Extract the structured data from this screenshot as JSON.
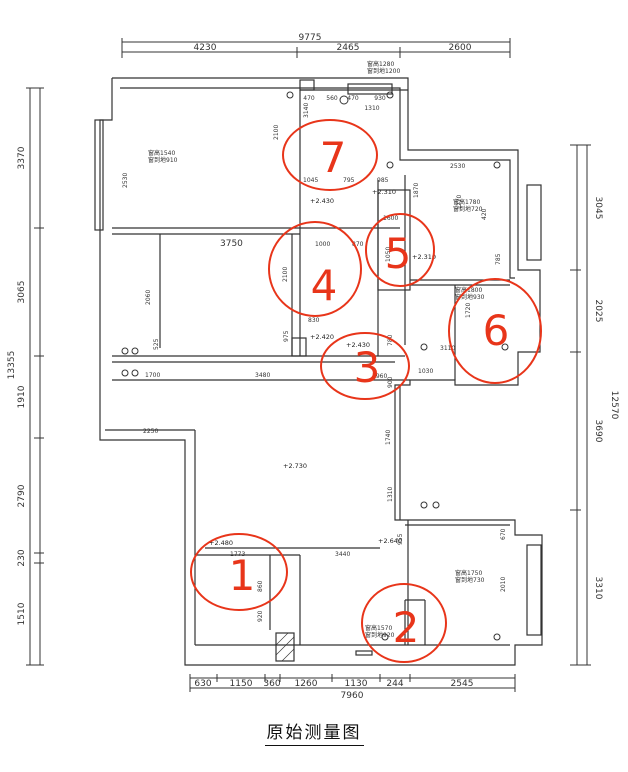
{
  "title": "原始测量图",
  "colors": {
    "wall": "#333333",
    "annotation": "#e8351a",
    "dim": "#444444"
  },
  "dimensions": {
    "top_total": "9775",
    "top_segments": [
      "4230",
      "2465",
      "2600"
    ],
    "top_inner": [
      "470",
      "560",
      "470",
      "930",
      "1310"
    ],
    "bottom_total": "7960",
    "bottom_segments": [
      "630",
      "1150",
      "360",
      "1260",
      "1130",
      "244",
      "2545"
    ],
    "left_total": "13355",
    "left_segments": [
      "3370",
      "3065",
      "1910",
      "2790",
      "230",
      "1510"
    ],
    "right_segments": [
      "3045",
      "2025",
      "3690",
      "3310"
    ],
    "right_total": "12570",
    "interior": {
      "room7": [
        "3140",
        "2100",
        "1045",
        "795",
        "985",
        "2530"
      ],
      "room4": [
        "3750",
        "1000",
        "870",
        "2100",
        "2060",
        "975",
        "525",
        "830"
      ],
      "room5": [
        "1600",
        "1050",
        "1870",
        "1270",
        "420",
        "785",
        "2530"
      ],
      "room3": [
        "780",
        "1960",
        "1030",
        "900",
        "1700",
        "3480"
      ],
      "room6": [
        "3110",
        "1720"
      ],
      "hall": [
        "2250",
        "1740",
        "1310"
      ],
      "room1": [
        "1773",
        "3440",
        "860",
        "920",
        "955"
      ],
      "room2": [
        "670",
        "2010"
      ]
    }
  },
  "elevations": [
    "+2.430",
    "+2.310",
    "+2.310",
    "+2.420",
    "+2.430",
    "+2.730",
    "+2.480",
    "+2.640"
  ],
  "notes": {
    "window_top": [
      "窗高1280",
      "窗到地1200"
    ],
    "window_room7": [
      "窗高1540",
      "窗到地910"
    ],
    "window_room5": [
      "窗高1780",
      "窗到地720"
    ],
    "window_room6": [
      "窗高1800",
      "窗到地930"
    ],
    "window_room2_right": [
      "窗高1750",
      "窗到地730"
    ],
    "window_bottom": [
      "窗高1570",
      "窗到地920"
    ]
  },
  "room_numbers": [
    "1",
    "2",
    "3",
    "4",
    "5",
    "6",
    "7"
  ]
}
